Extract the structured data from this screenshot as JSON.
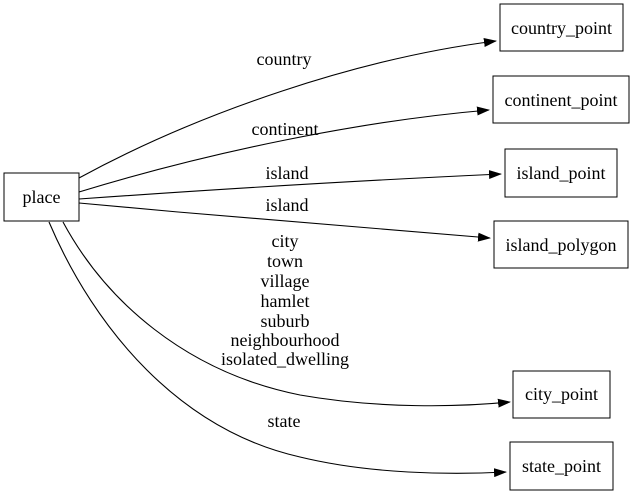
{
  "diagram": {
    "type": "directed-graph",
    "background_color": "#ffffff",
    "node_fill_color": "#ffffff",
    "node_border_color": "#000000",
    "edge_color": "#000000",
    "text_color": "#000000",
    "nodes": [
      {
        "id": "place",
        "label": "place"
      },
      {
        "id": "country_point",
        "label": "country_point"
      },
      {
        "id": "continent_point",
        "label": "continent_point"
      },
      {
        "id": "island_point",
        "label": "island_point"
      },
      {
        "id": "island_polygon",
        "label": "island_polygon"
      },
      {
        "id": "city_point",
        "label": "city_point"
      },
      {
        "id": "state_point",
        "label": "state_point"
      }
    ],
    "edges": [
      {
        "from": "place",
        "to": "country_point",
        "label": "country"
      },
      {
        "from": "place",
        "to": "continent_point",
        "label": "continent"
      },
      {
        "from": "place",
        "to": "island_point",
        "label": "island"
      },
      {
        "from": "place",
        "to": "island_polygon",
        "label": "island"
      },
      {
        "from": "place",
        "to": "city_point",
        "label_lines": [
          "city",
          "town",
          "village",
          "hamlet",
          "suburb",
          "neighbourhood",
          "isolated_dwelling"
        ]
      },
      {
        "from": "place",
        "to": "state_point",
        "label": "state"
      }
    ]
  }
}
